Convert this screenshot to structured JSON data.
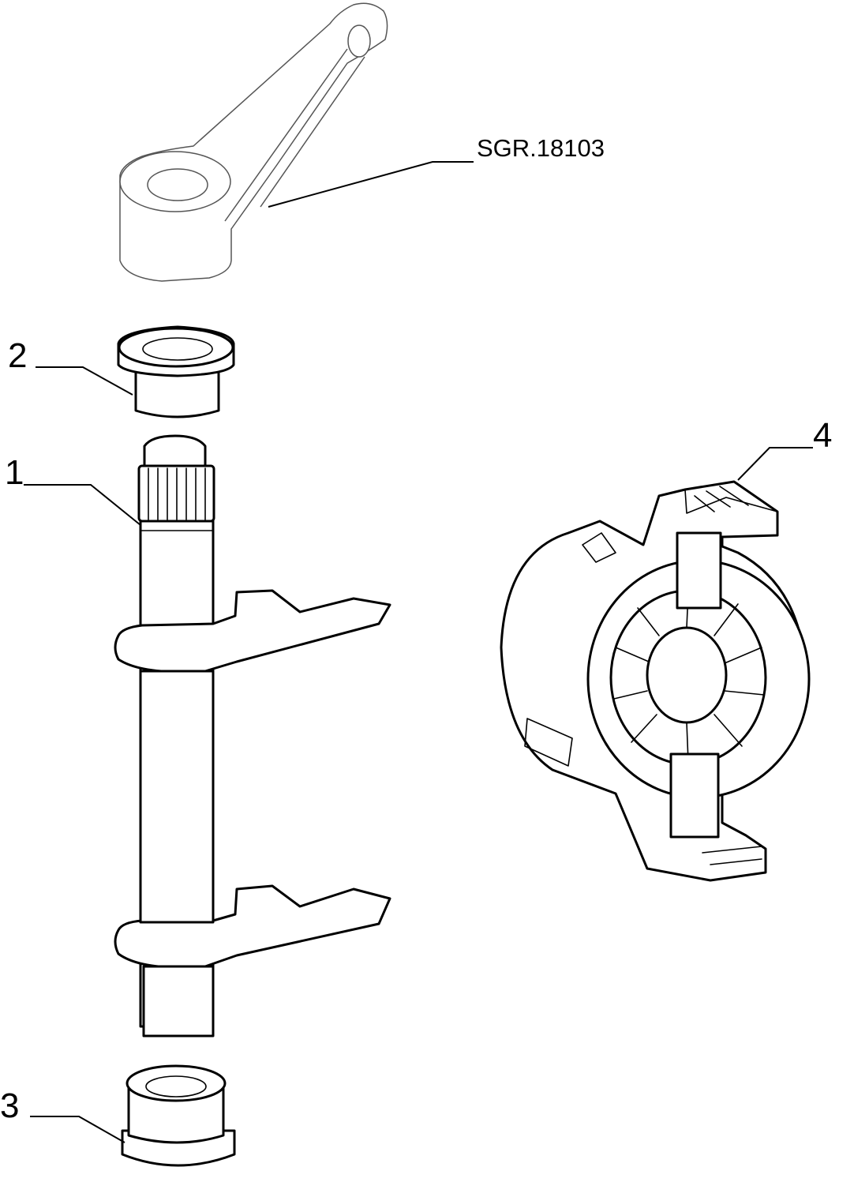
{
  "reference": "SGR.18103",
  "callouts": {
    "c1": "1",
    "c2": "2",
    "c3": "3",
    "c4": "4"
  }
}
